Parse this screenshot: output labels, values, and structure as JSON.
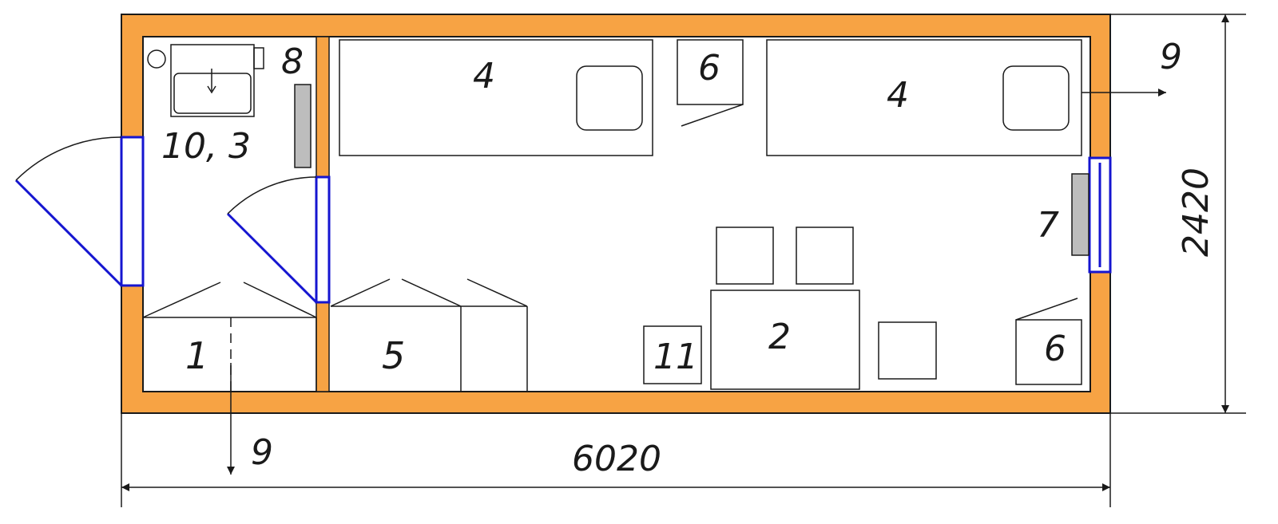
{
  "plan": {
    "dimensions": {
      "length": "6020",
      "width": "2420"
    },
    "labels": {
      "sink": "10, 3",
      "heater": "8",
      "bed_left": "4",
      "bed_right": "4",
      "cabinet_top": "6",
      "cabinet_bottom": "6",
      "convector": "7",
      "table": "2",
      "locker": "1",
      "wardrobe": "5",
      "stool": "11",
      "outlet_bottom": "9",
      "outlet_right": "9"
    },
    "colors": {
      "wall": "#f7a344",
      "door": "#1515d0",
      "heater": "#bdbdbd",
      "line": "#1a1a1a"
    }
  }
}
